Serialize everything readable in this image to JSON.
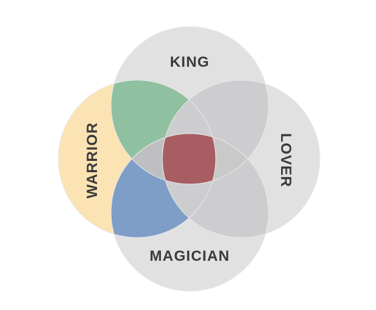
{
  "diagram": {
    "labels": {
      "top": "KING",
      "left": "WARRIOR",
      "right": "LOVER",
      "bottom": "MAGICIAN"
    },
    "colors": {
      "circle_fill": "#c8c8ca",
      "circle_outline": "#e6e6e8",
      "warrior_only": "#fbe3b3",
      "warrior_king": "#8fc0a0",
      "warrior_magician": "#7e9dc7",
      "center": "#a85d62",
      "background": "#ffffff",
      "label_text": "#3a3a3a"
    }
  }
}
